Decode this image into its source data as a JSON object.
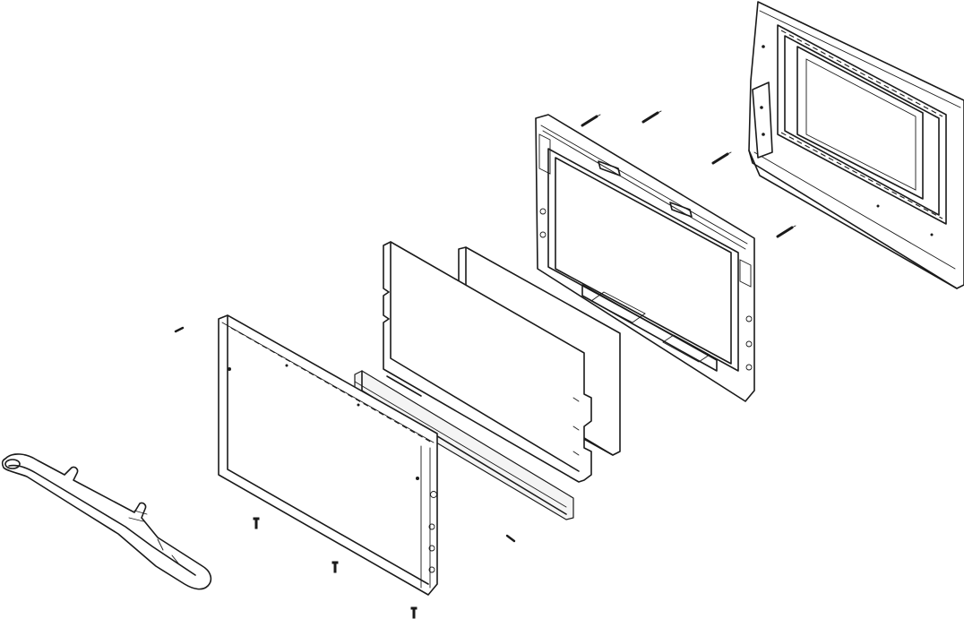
{
  "diagram": {
    "type": "exploded-assembly-drawing",
    "parts": [
      "door-handle",
      "outer-door-panel",
      "glass-panel-front",
      "glass-panel-middle",
      "glass-panel-rear",
      "door-frame",
      "oven-cavity-front",
      "screw"
    ],
    "colors": {
      "line": "#1a1a1a",
      "background": "#ffffff",
      "fill": "#ffffff",
      "shade": "#f4f4f4"
    }
  }
}
